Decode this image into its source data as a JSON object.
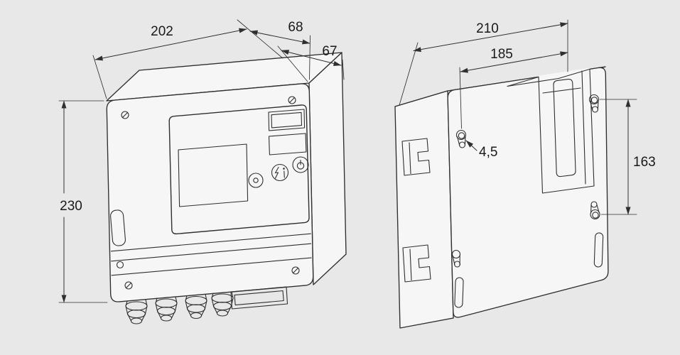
{
  "colors": {
    "background": "#e8e8e8",
    "line": "#2f2f2f"
  },
  "views": {
    "front": {
      "dimensions": {
        "width": "202",
        "depth_total": "68",
        "depth_body": "67",
        "height": "230"
      }
    },
    "rear": {
      "dimensions": {
        "width_overall": "210",
        "hole_spacing_horizontal": "185",
        "hole_diameter": "4,5",
        "hole_spacing_vertical": "163"
      }
    }
  }
}
